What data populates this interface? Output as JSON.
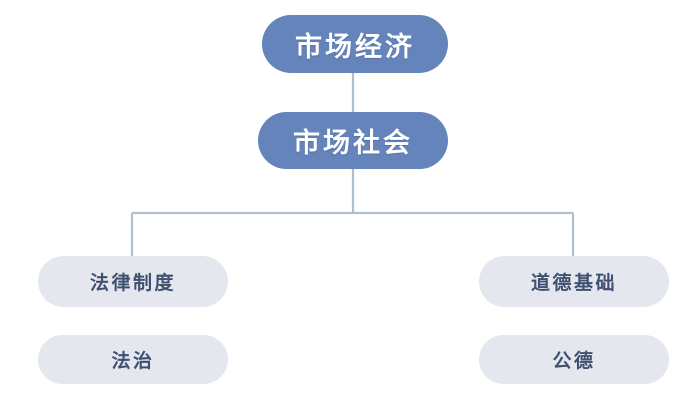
{
  "diagram": {
    "type": "hierarchy-tree",
    "title": "",
    "orientation": "top-down",
    "background_color": "#ffffff",
    "palette": {
      "primary_node_fill": "#6584bb",
      "primary_node_text": "#ffffff",
      "secondary_node_fill": "#e4e7ee",
      "secondary_node_text": "#3f5070",
      "connector_line": "#aebfd2"
    },
    "nodes": [
      {
        "id": "market-economy",
        "label": "市场经济",
        "level": 0,
        "style": "primary"
      },
      {
        "id": "market-society",
        "label": "市场社会",
        "level": 1,
        "style": "primary"
      },
      {
        "id": "legal-system",
        "label": "法律制度",
        "level": 2,
        "style": "secondary"
      },
      {
        "id": "moral-foundation",
        "label": "道德基础",
        "level": 2,
        "style": "secondary"
      },
      {
        "id": "rule-of-law",
        "label": "法治",
        "level": 3,
        "style": "secondary"
      },
      {
        "id": "public-morality",
        "label": "公德",
        "level": 3,
        "style": "secondary"
      }
    ],
    "edges": [
      {
        "from": "market-economy",
        "to": "market-society",
        "shape": "vertical"
      },
      {
        "from": "market-society",
        "to": "legal-system",
        "shape": "elbow-left"
      },
      {
        "from": "market-society",
        "to": "moral-foundation",
        "shape": "elbow-right"
      }
    ]
  }
}
